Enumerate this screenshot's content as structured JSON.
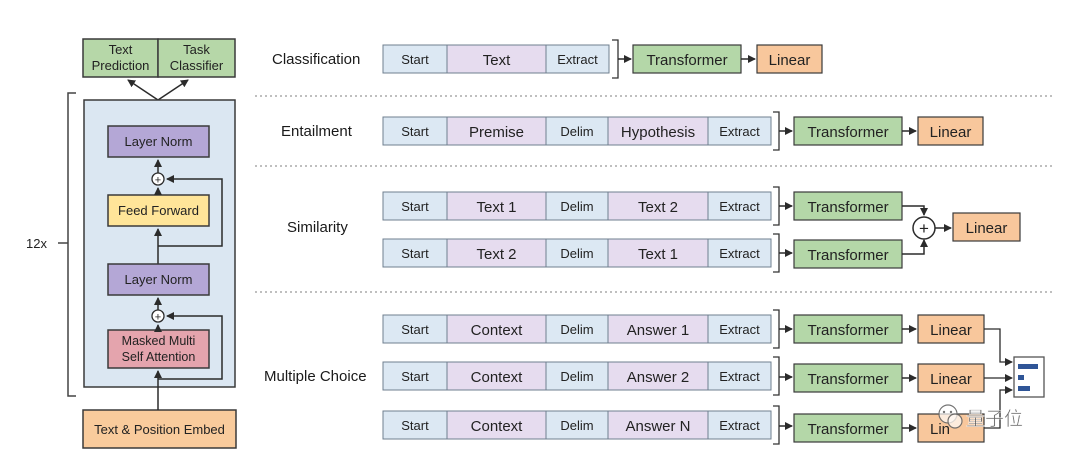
{
  "colors": {
    "token_blue": "#dce8f3",
    "token_purple": "#e6dcef",
    "transformer_green": "#b4d7a8",
    "linear_orange": "#f8c79c",
    "block_blue": "#dbe7f2",
    "layer_norm": "#b4a7d6",
    "feed_forward": "#ffe599",
    "attention": "#e4a4ad",
    "embed": "#f9cb9c",
    "output_green": "#b6d7a8",
    "stroke": "#3a3a3a"
  },
  "architecture": {
    "outputs": {
      "text_prediction_line1": "Text",
      "text_prediction_line2": "Prediction",
      "task_classifier_line1": "Task",
      "task_classifier_line2": "Classifier"
    },
    "repeat_label": "12x",
    "layer_norm_top": "Layer Norm",
    "feed_forward": "Feed Forward",
    "layer_norm_bottom": "Layer Norm",
    "attention_line1": "Masked Multi",
    "attention_line2": "Self Attention",
    "embed": "Text & Position Embed",
    "residual_add_symbol": "+"
  },
  "tasks": {
    "classification": {
      "label": "Classification",
      "tokens": [
        "Start",
        "Text",
        "Extract"
      ],
      "transformer": "Transformer",
      "linear": "Linear"
    },
    "entailment": {
      "label": "Entailment",
      "tokens": [
        "Start",
        "Premise",
        "Delim",
        "Hypothesis",
        "Extract"
      ],
      "transformer": "Transformer",
      "linear": "Linear"
    },
    "similarity": {
      "label": "Similarity",
      "row1_tokens": [
        "Start",
        "Text 1",
        "Delim",
        "Text 2",
        "Extract"
      ],
      "row2_tokens": [
        "Start",
        "Text 2",
        "Delim",
        "Text 1",
        "Extract"
      ],
      "transformer": "Transformer",
      "plus_symbol": "+",
      "linear": "Linear"
    },
    "multiple_choice": {
      "label": "Multiple Choice",
      "row1_tokens": [
        "Start",
        "Context",
        "Delim",
        "Answer 1",
        "Extract"
      ],
      "row2_tokens": [
        "Start",
        "Context",
        "Delim",
        "Answer 2",
        "Extract"
      ],
      "row3_tokens": [
        "Start",
        "Context",
        "Delim",
        "Answer N",
        "Extract"
      ],
      "transformer": "Transformer",
      "linear": "Linear",
      "row3_linear": "Lin"
    }
  },
  "watermark": "量子位"
}
